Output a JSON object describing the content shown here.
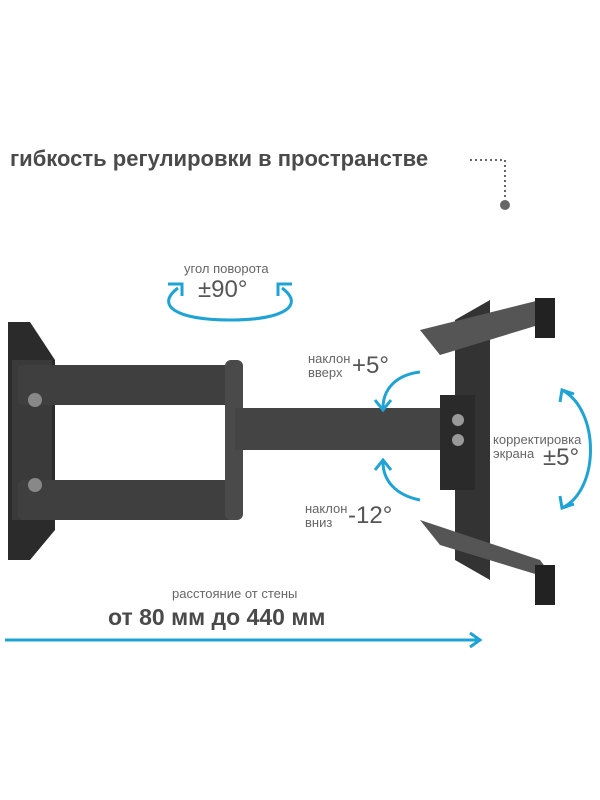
{
  "headline": "гибкость регулировки в пространстве",
  "rotation": {
    "label": "угол поворота",
    "value": "±90°"
  },
  "tilt_up": {
    "label_line1": "наклон",
    "label_line2": "вверх",
    "value": "+5°"
  },
  "tilt_down": {
    "label_line1": "наклон",
    "label_line2": "вниз",
    "value": "-12°"
  },
  "screen_adjust": {
    "label_line1": "корректировка",
    "label_line2": "экрана",
    "value": "±5°"
  },
  "distance": {
    "label": "расстояние от стены",
    "value": "от 80 мм до 440 мм"
  },
  "colors": {
    "accent": "#1fa3d4",
    "text": "#555555",
    "metal": "#3a3a3a"
  }
}
